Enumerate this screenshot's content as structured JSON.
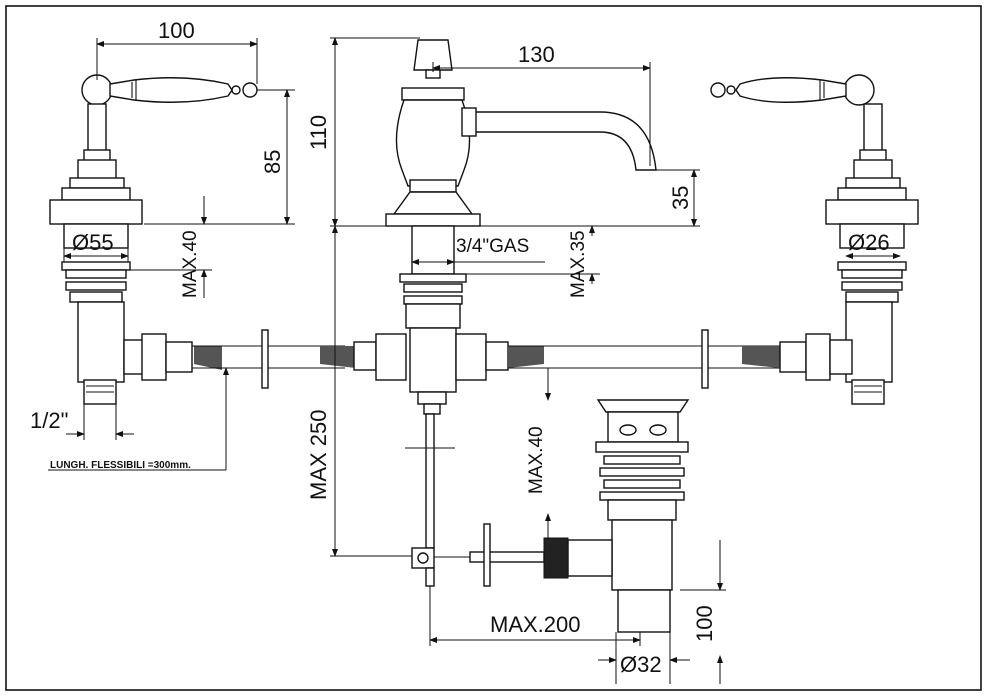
{
  "diagram": {
    "dimensions": {
      "lever_length": "100",
      "spout_reach": "130",
      "spout_height": "110",
      "handle_height": "85",
      "spout_outlet_height": "35",
      "left_diameter": "Ø55",
      "right_diameter": "Ø26",
      "left_max_thickness": "MAX.40",
      "center_thread": "3/4\"GAS",
      "center_max_thickness": "MAX.35",
      "inlet_thread": "1/2\"",
      "hose_note": "LUNGH. FLESSIBILI =300mm.",
      "max_height_below": "MAX 250",
      "waste_max_thickness": "MAX.40",
      "waste_max_distance": "MAX.200",
      "waste_height": "100",
      "waste_diameter": "Ø32"
    }
  }
}
